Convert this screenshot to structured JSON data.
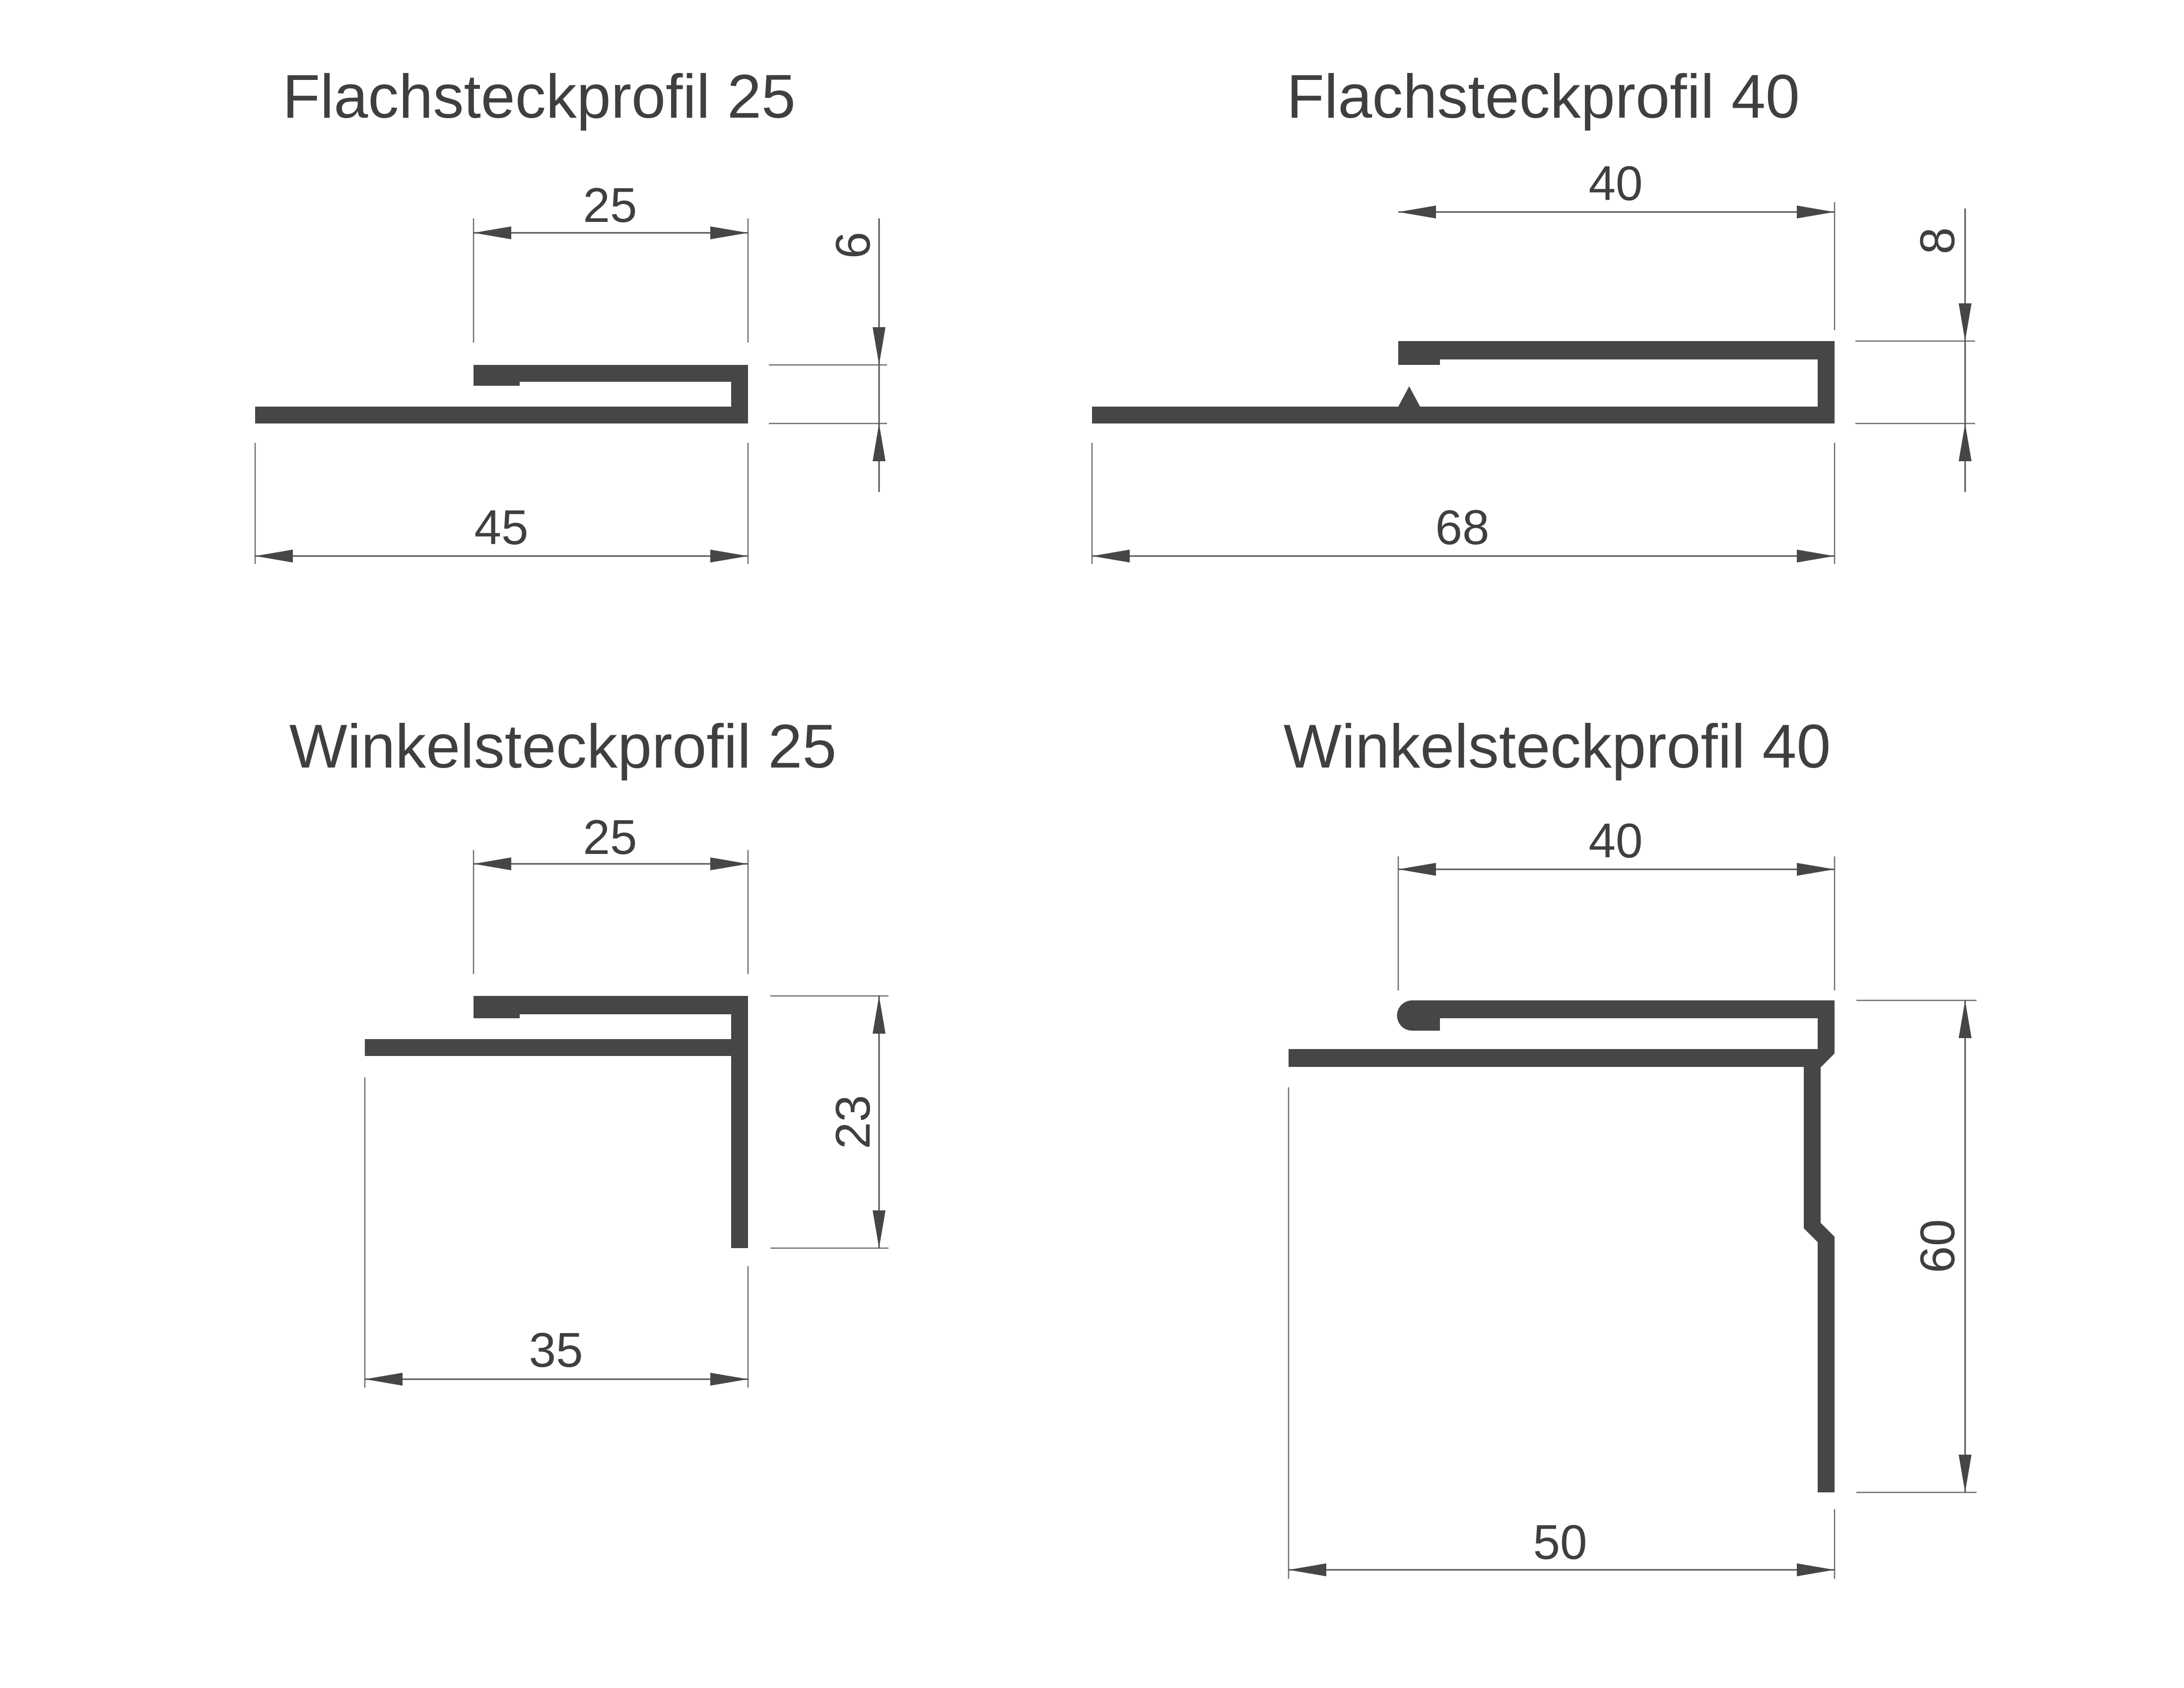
{
  "colors": {
    "profile_fill": "#464646",
    "text": "#3f3f3f",
    "dimension_lines": "#555555",
    "background": "#ffffff"
  },
  "drawings": [
    {
      "title": "Flachsteckprofil 25",
      "dimensions": {
        "top_width": "25",
        "total_width": "45",
        "height": "6"
      }
    },
    {
      "title": "Flachsteckprofil 40",
      "dimensions": {
        "top_width": "40",
        "total_width": "68",
        "height": "8"
      }
    },
    {
      "title": "Winkelsteckprofil 25",
      "dimensions": {
        "top_width": "25",
        "total_width": "35",
        "height": "23"
      }
    },
    {
      "title": "Winkelsteckprofil 40",
      "dimensions": {
        "top_width": "40",
        "total_width": "50",
        "height": "60"
      }
    }
  ]
}
